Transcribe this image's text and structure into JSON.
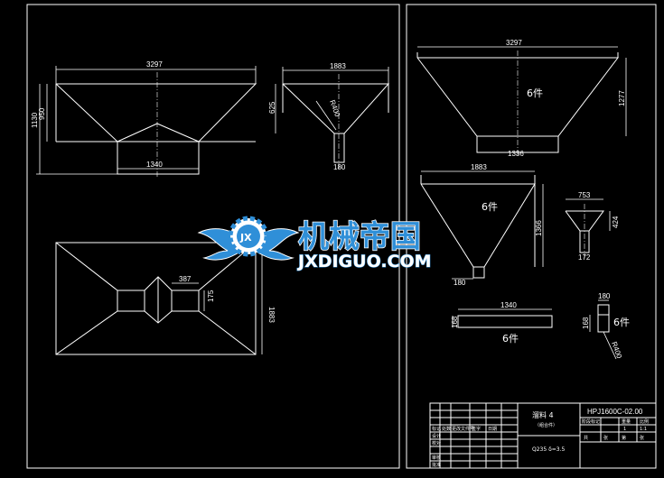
{
  "left_views": {
    "front": {
      "top_width": "3297",
      "bottom_width": "1340",
      "height_total": "1130",
      "height_cone": "950"
    },
    "side": {
      "top_width": "1883",
      "height": "625",
      "radius": "R400",
      "bottom_width": "180"
    },
    "plan": {
      "small_width": "387",
      "small_height": "175",
      "depth": "1883"
    }
  },
  "right_parts": {
    "part1": {
      "top_width": "3297",
      "bottom_width": "1336",
      "height": "1277",
      "qty": "6件"
    },
    "part2": {
      "top_width": "1883",
      "height": "1366",
      "bottom_width": "180",
      "qty": "6件"
    },
    "part3": {
      "top_width": "753",
      "height": "424",
      "bottom_width": "172"
    },
    "part4": {
      "length": "1340",
      "height": "168",
      "qty": "6件"
    },
    "part5": {
      "width": "180",
      "height": "168",
      "radius": "R400",
      "qty": "6件"
    }
  },
  "title_block": {
    "drawing_number": "HPJ1600C-02.00",
    "part_name": "溜料 4",
    "part_note": "（组合件）",
    "material": "Q235 δ=3.5",
    "cells": [
      "标记",
      "处数",
      "更改文件号",
      "签字",
      "日期",
      "设计",
      "校对",
      "审核",
      "批准",
      "阶段标记",
      "重量",
      "比例",
      "1",
      "1:1",
      "共",
      "张",
      "第",
      "张"
    ]
  },
  "watermark": {
    "cn": "机械帝国",
    "en": "JXDIGUO.COM",
    "badge": "JX",
    "accent": "#2f8fd8"
  }
}
